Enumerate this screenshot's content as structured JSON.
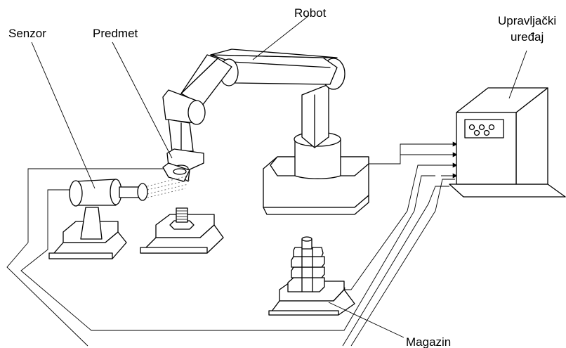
{
  "labels": {
    "senzor": "Senzor",
    "predmet": "Predmet",
    "robot": "Robot",
    "upravljacki_line1": "Upravljački",
    "upravljacki_line2": "uređaj",
    "magazin": "Magazin"
  }
}
